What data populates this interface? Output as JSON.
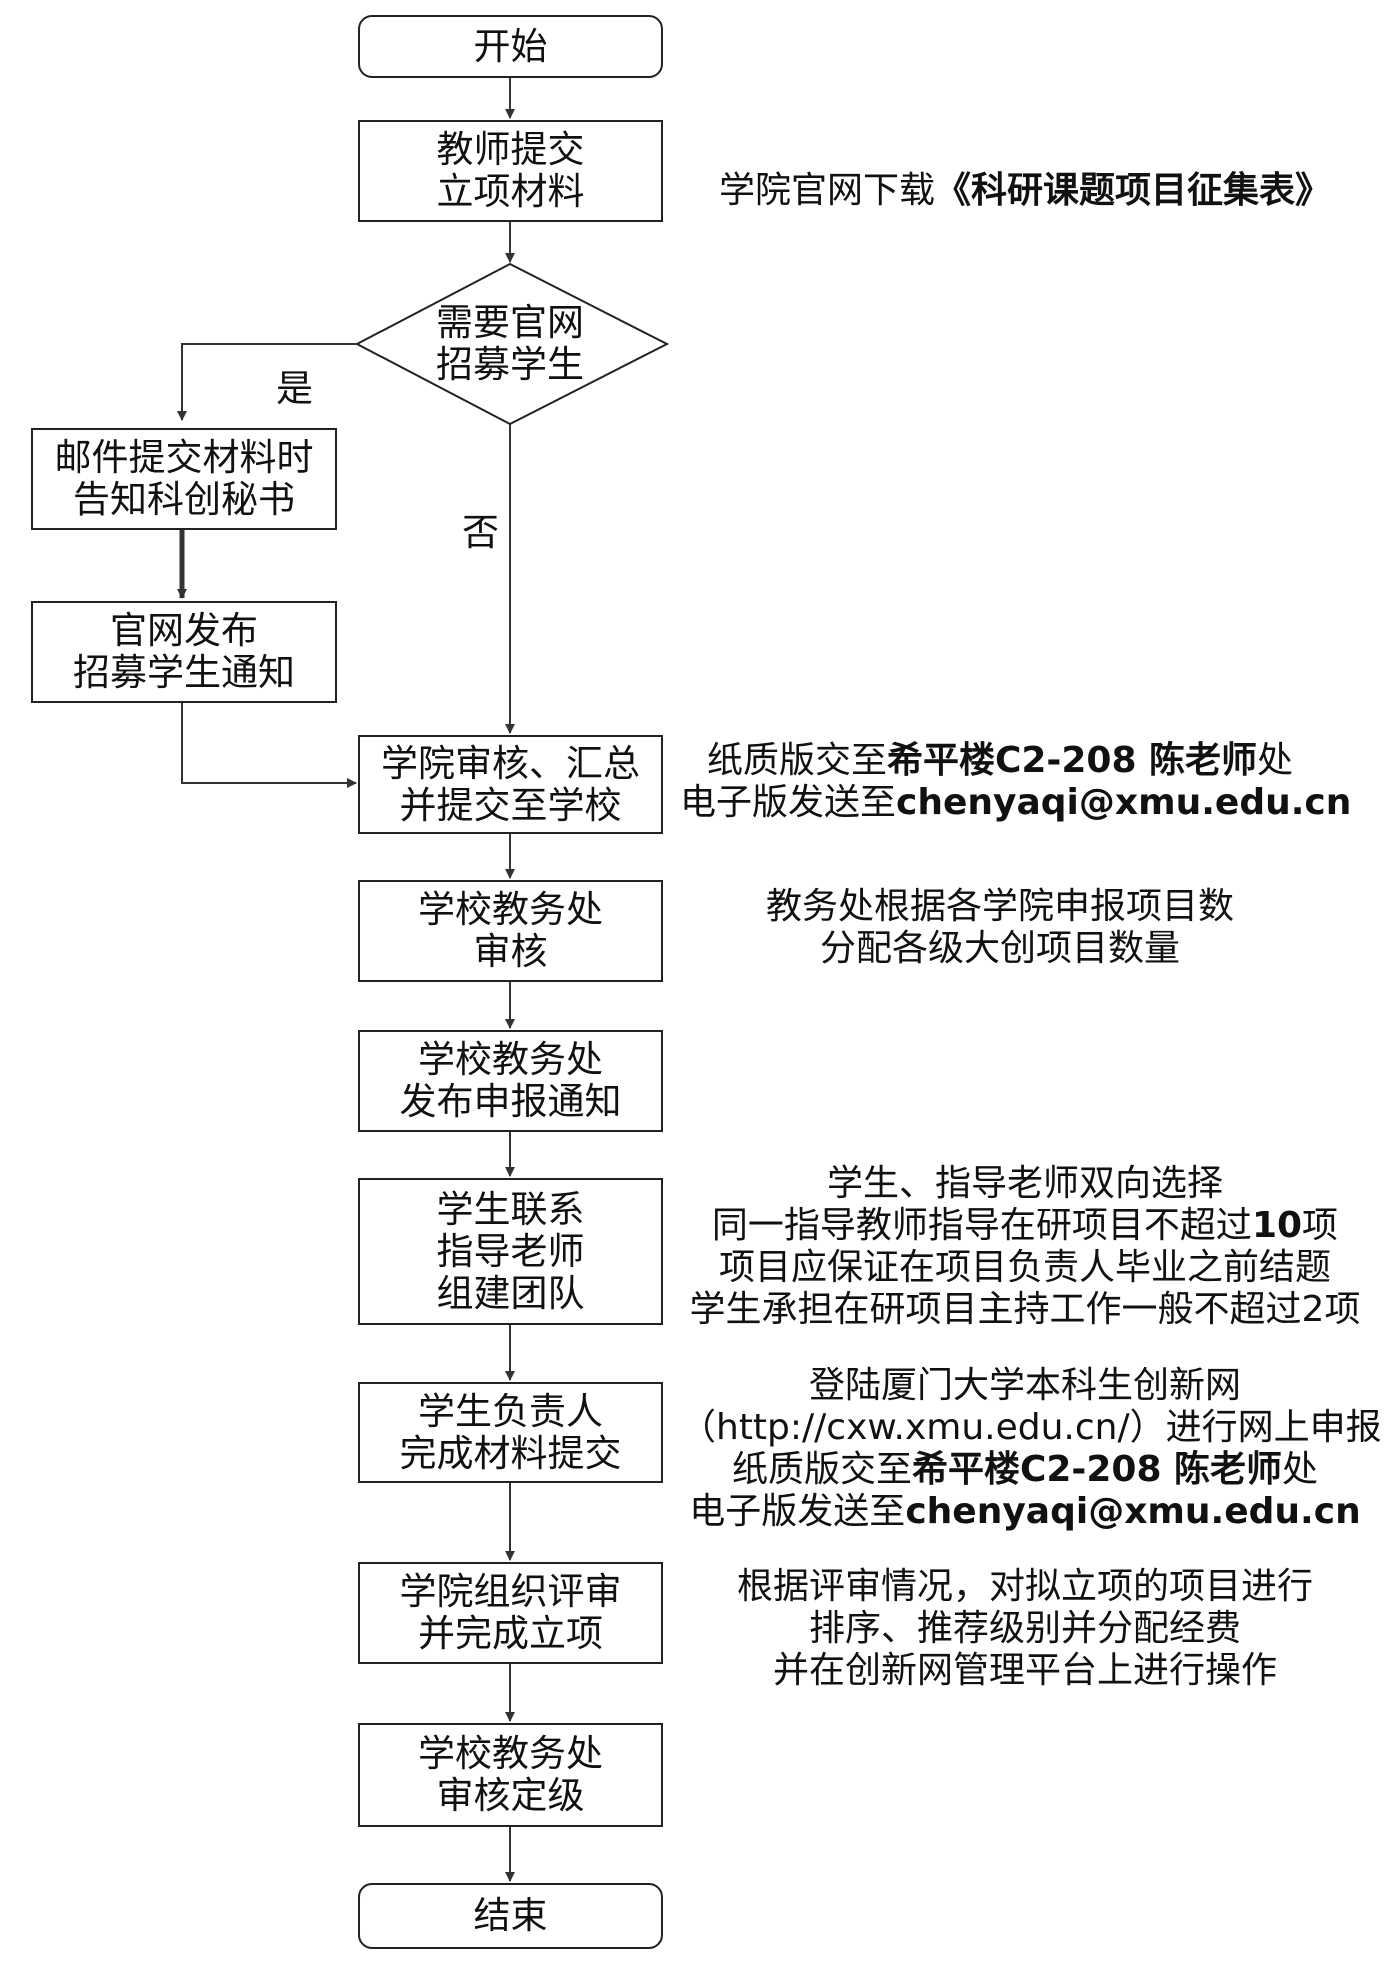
{
  "flow": {
    "start": "开始",
    "step_submit": [
      "教师提交",
      "立项材料"
    ],
    "decision": [
      "需要官网",
      "招募学生"
    ],
    "yes_label": "是",
    "no_label": "否",
    "email_secretary": [
      "邮件提交材料时",
      "告知科创秘书"
    ],
    "publish_recruit": [
      "官网发布",
      "招募学生通知"
    ],
    "college_review": [
      "学院审核、汇总",
      "并提交至学校"
    ],
    "office_review": [
      "学校教务处",
      "审核"
    ],
    "office_notice": [
      "学校教务处",
      "发布申报通知"
    ],
    "student_team": [
      "学生联系",
      "指导老师",
      "组建团队"
    ],
    "student_submit": [
      "学生负责人",
      "完成材料提交"
    ],
    "college_evaluate": [
      "学院组织评审",
      "并完成立项"
    ],
    "grading": [
      "学校教务处",
      "审核定级"
    ],
    "end": "结束"
  },
  "notes": {
    "download": {
      "prefix": "学院官网下载",
      "bold": "《科研课题项目征集表》"
    },
    "delivery1": {
      "l1a": "纸质版交至",
      "l1b": "希平楼C2-208 陈老师",
      "l1c": "处",
      "l2a": "电子版发送至",
      "l2b": "chenyaqi@xmu.edu.cn"
    },
    "allocation": [
      "教务处根据各学院申报项目数",
      "分配各级大创项目数量"
    ],
    "selection": {
      "l1": "学生、指导老师双向选择",
      "l2a": "同一指导教师指导在研项目不超过",
      "l2b": "10",
      "l2c": "项",
      "l3": "项目应保证在项目负责人毕业之前结题",
      "l4": "学生承担在研项目主持工作一般不超过2项"
    },
    "apply": {
      "l1": "登陆厦门大学本科生创新网",
      "l2": "（http://cxw.xmu.edu.cn/）进行网上申报",
      "l3a": "纸质版交至",
      "l3b": "希平楼C2-208 陈老师",
      "l3c": "处",
      "l4a": "电子版发送至",
      "l4b": "chenyaqi@xmu.edu.cn"
    },
    "evaluation": [
      "根据评审情况，对拟立项的项目进行",
      "排序、推荐级别并分配经费",
      "并在创新网管理平台上进行操作"
    ]
  }
}
